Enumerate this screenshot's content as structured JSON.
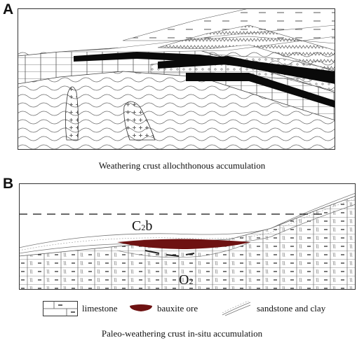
{
  "panel_a": {
    "letter": "A",
    "caption": "Weathering crust allochthonous accumulation"
  },
  "panel_b": {
    "letter": "B",
    "caption": "Paleo-weathering crust in-situ accumulation",
    "upper_unit_base": "C",
    "upper_unit_sub": "2",
    "upper_unit_suffix": "b",
    "lower_unit_base": "O",
    "lower_unit_sub": "2"
  },
  "legend": {
    "limestone": "limestone",
    "bauxite": "bauxite ore",
    "sandstone": "sandstone and clay"
  },
  "colors": {
    "bauxite": "#6e1212",
    "coal_band": "#0a0a0a",
    "line": "#333333"
  }
}
